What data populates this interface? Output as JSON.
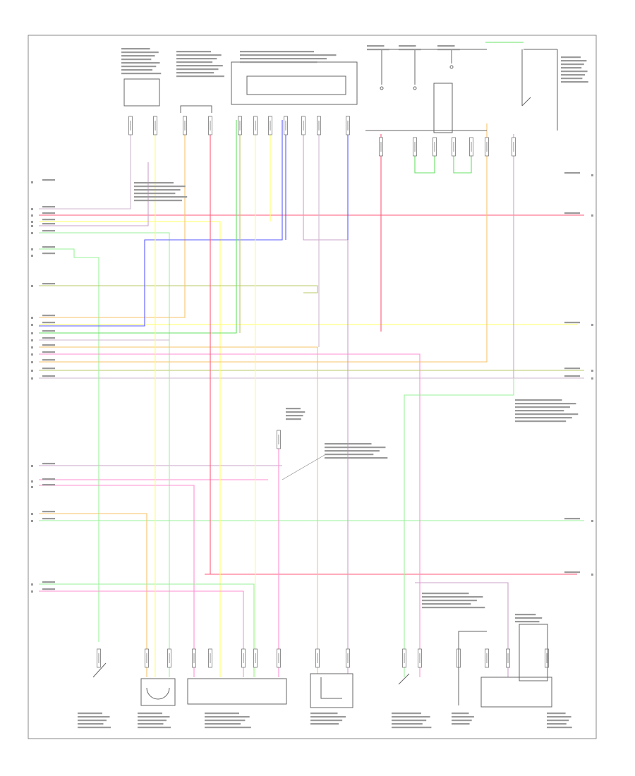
{
  "figure_id": "",
  "colors": {
    "frame": "#888888",
    "component": "#666666",
    "label": "#9a9a9a",
    "red": "#ff5a78",
    "pink": "#ff8fd0",
    "violet": "#c9a3c9",
    "yellow": "#ffff66",
    "light_green": "#9af29a",
    "green": "#66e066",
    "blue": "#5a5aff",
    "orange": "#f7c36a",
    "olive": "#b8c866",
    "purple": "#9966cc",
    "gray_violet": "#cfb8cf"
  },
  "components": [
    {
      "id": "sensor-box-top-left"
    },
    {
      "id": "sensor-plug-top"
    },
    {
      "id": "control-module-top"
    },
    {
      "id": "fuse-relay-block"
    },
    {
      "id": "switch-bottom-left"
    },
    {
      "id": "sensor-bottom-2"
    },
    {
      "id": "switch-assembly-bottom"
    },
    {
      "id": "sender-unit-bottom"
    },
    {
      "id": "switch-bottom-right"
    },
    {
      "id": "ground-symbol"
    },
    {
      "id": "relay-bottom-right"
    }
  ]
}
